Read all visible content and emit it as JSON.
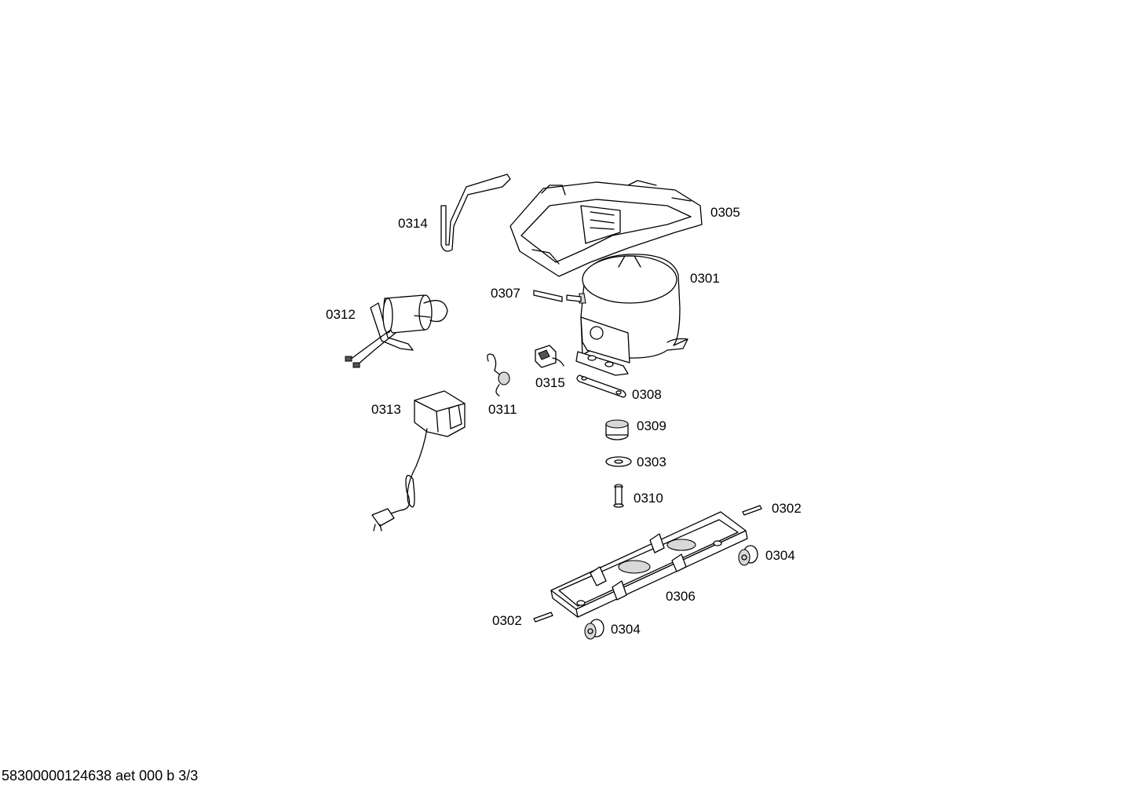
{
  "document": {
    "footer": "58300000124638 aet 000 b 3/3"
  },
  "parts": {
    "p0301": "0301",
    "p0302a": "0302",
    "p0302b": "0302",
    "p0303": "0303",
    "p0304a": "0304",
    "p0304b": "0304",
    "p0305": "0305",
    "p0306": "0306",
    "p0307": "0307",
    "p0308": "0308",
    "p0309": "0309",
    "p0310": "0310",
    "p0311": "0311",
    "p0312": "0312",
    "p0313": "0313",
    "p0314": "0314",
    "p0315": "0315"
  }
}
